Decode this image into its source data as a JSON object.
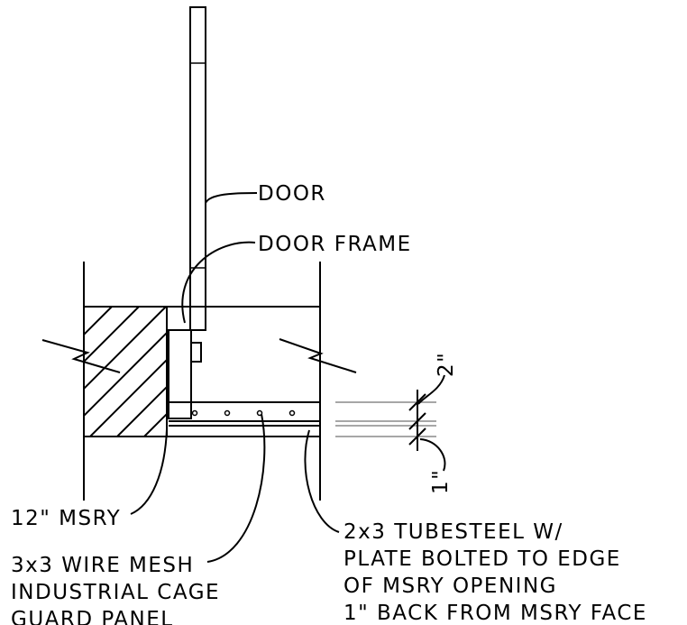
{
  "labels": {
    "door": "DOOR",
    "door_frame": "DOOR FRAME",
    "masonry": "12\" MSRY",
    "mesh": [
      "3x3 WIRE MESH",
      "INDUSTRIAL CAGE",
      "GUARD PANEL"
    ],
    "tubesteel": [
      "2x3 TUBESTEEL W/",
      "PLATE BOLTED TO EDGE",
      "OF MSRY OPENING",
      "1\" BACK FROM MSRY FACE"
    ],
    "dim_top": "2\"",
    "dim_bottom": "1\""
  }
}
